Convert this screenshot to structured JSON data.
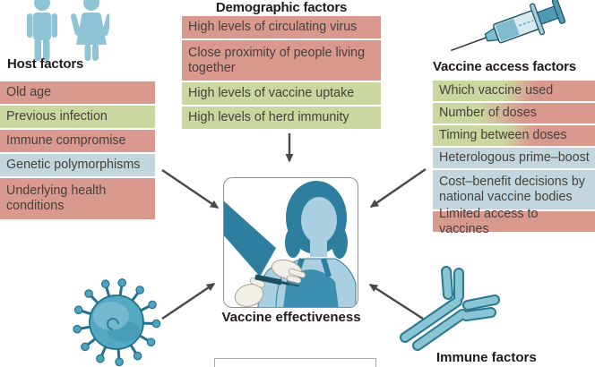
{
  "colors": {
    "salmon": "#d9998f",
    "green": "#cbd7a0",
    "blue": "#c3d6de",
    "teal-dark": "#2e7f9f",
    "teal-mid": "#4f9fba",
    "teal-light": "#a9cfe1",
    "icon-blue": "#8fc4d6",
    "arrow": "#4a4a4a",
    "heading": "#1f1b1a",
    "rowtext": "#46413b"
  },
  "icons": {
    "people-icon": "male-and-female pictogram",
    "syringe-icon": "tilted vaccine syringe",
    "virus-icon": "spiked virus particle",
    "antibody-icon": "Y-shaped antibody",
    "arrow-icon": "solid gray arrow"
  },
  "host": {
    "heading": "Host factors",
    "items": [
      {
        "label": "Old age",
        "tone": "salmon"
      },
      {
        "label": "Previous infection",
        "tone": "green"
      },
      {
        "label": "Immune compromise",
        "tone": "salmon"
      },
      {
        "label": "Genetic polymorphisms",
        "tone": "blue"
      },
      {
        "label": "Underlying health conditions",
        "tone": "salmon"
      }
    ]
  },
  "demographic": {
    "heading": "Demographic factors",
    "items": [
      {
        "label": "High levels of circulating virus",
        "tone": "salmon"
      },
      {
        "label": "Close proximity of people living together",
        "tone": "salmon"
      },
      {
        "label": "High levels of vaccine uptake",
        "tone": "green"
      },
      {
        "label": "High levels of herd immunity",
        "tone": "green"
      }
    ]
  },
  "access": {
    "heading": "Vaccine access factors",
    "items": [
      {
        "label": "Which vaccine used",
        "tone": "green-red-a"
      },
      {
        "label": "Number of doses",
        "tone": "green-red-b"
      },
      {
        "label": "Timing between doses",
        "tone": "green-red-a"
      },
      {
        "label": "Heterologous prime–boost",
        "tone": "blue"
      },
      {
        "label": "Cost–benefit decisions by national vaccine bodies",
        "tone": "blue"
      },
      {
        "label": "Limited access to vaccines",
        "tone": "salmon"
      }
    ]
  },
  "center": {
    "caption": "Vaccine effectiveness"
  },
  "immune": {
    "heading": "Immune factors"
  }
}
